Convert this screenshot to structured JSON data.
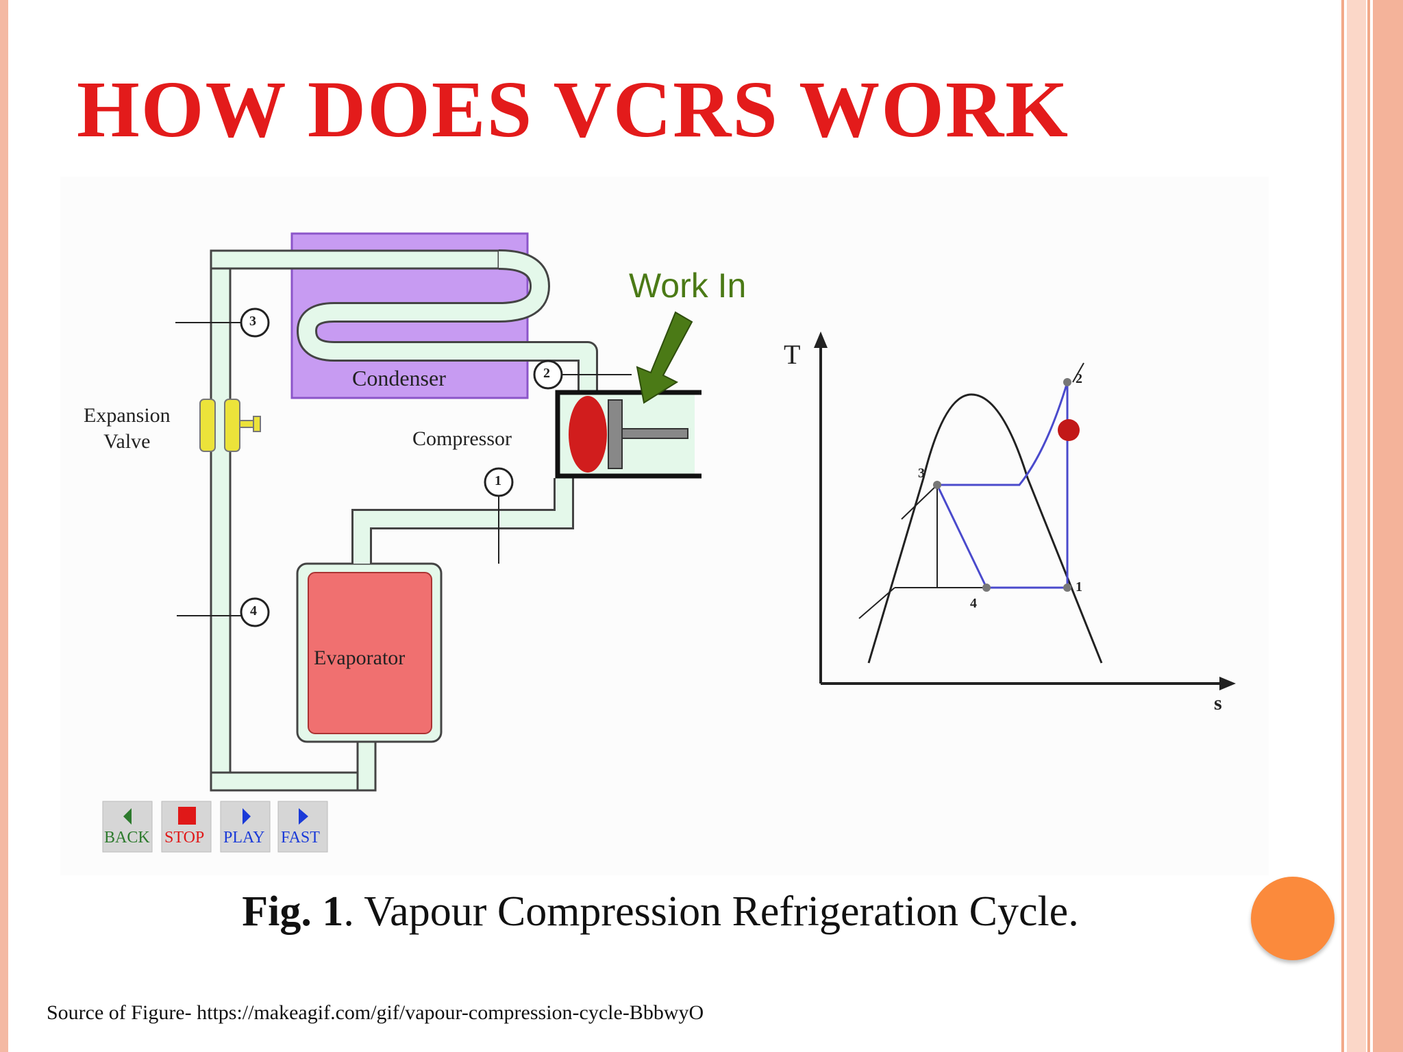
{
  "slide": {
    "title": "HOW DOES VCRS WORK",
    "caption_bold": "Fig. 1",
    "caption_rest": ". Vapour Compression Refrigeration Cycle.",
    "source": "Source of Figure- https://makeagif.com/gif/vapour-compression-cycle-BbbwyO"
  },
  "diagram": {
    "work_in": "Work In",
    "condenser": "Condenser",
    "compressor": "Compressor",
    "expansion_valve_line1": "Expansion",
    "expansion_valve_line2": "Valve",
    "evaporator": "Evaporator",
    "point_labels": [
      "1",
      "2",
      "3",
      "4"
    ],
    "ts_axis_y": "T",
    "ts_axis_x": "s",
    "ts_points": [
      "1",
      "2",
      "3",
      "4"
    ]
  },
  "controls": [
    {
      "label": "BACK",
      "icon": "back-arrow-icon",
      "color": "#2d7a2d"
    },
    {
      "label": "STOP",
      "icon": "stop-square-icon",
      "color": "#e01818"
    },
    {
      "label": "PLAY",
      "icon": "play-arrow-icon",
      "color": "#1a3ad8"
    },
    {
      "label": "FAST",
      "icon": "fast-arrow-icon",
      "color": "#1a3ad8"
    }
  ],
  "colors": {
    "title": "#e31b1b",
    "condenser": "#c79bf2",
    "evaporator": "#f07070",
    "pipe": "#e4f8ea",
    "valve": "#ece33a",
    "cycle_line": "#4a4acc",
    "accent_dot": "#fb8a3c"
  }
}
